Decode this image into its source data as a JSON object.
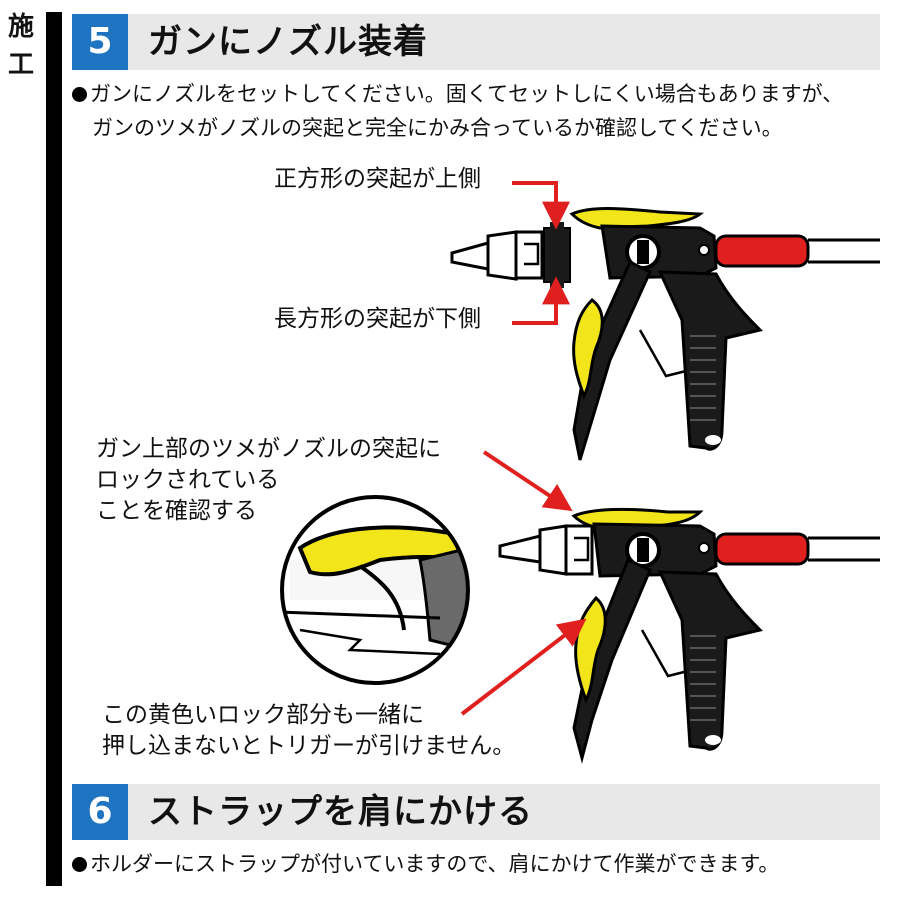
{
  "side_label": {
    "char1": "施",
    "char2": "工"
  },
  "step5": {
    "number": "5",
    "title": "ガンにノズル装着",
    "text_line1": "ガンにノズルをセットしてください。固くてセットしにくい場合もありますが、",
    "text_line2": "ガンのツメがノズルの突起と完全にかみ合っているか確認してください。"
  },
  "callouts": {
    "square_protrusion": "正方形の突起が上側",
    "rect_protrusion": "長方形の突起が下側",
    "claw_lock_line1": "ガン上部のツメがノズルの突起に",
    "claw_lock_line2": "ロックされている",
    "claw_lock_line3": "ことを確認する",
    "yellow_lock_line1": "この黄色いロック部分も一緒に",
    "yellow_lock_line2": "押し込まないとトリガーが引けません。"
  },
  "step6": {
    "number": "6",
    "title": "ストラップを肩にかける",
    "text": "ホルダーにストラップが付いていますので、肩にかけて作業ができます。"
  },
  "colors": {
    "accent_blue": "#1f74c2",
    "header_gray": "#e8e8e8",
    "arrow_red": "#e0201e",
    "lock_yellow": "#f2e51a",
    "grip_red": "#e0201e"
  }
}
